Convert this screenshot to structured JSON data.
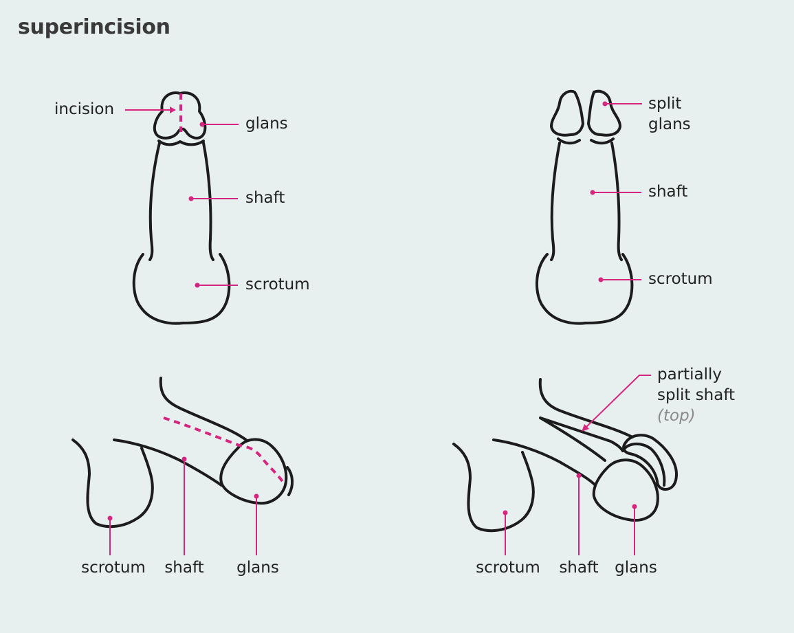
{
  "title": "superincision",
  "accent_color": "#d6257f",
  "figures": {
    "front_before": {
      "incision": "incision",
      "glans": "glans",
      "shaft": "shaft",
      "scrotum": "scrotum"
    },
    "front_after": {
      "split_glans": [
        "split",
        "glans"
      ],
      "shaft": "shaft",
      "scrotum": "scrotum"
    },
    "side_before": {
      "scrotum": "scrotum",
      "shaft": "shaft",
      "glans": "glans"
    },
    "side_after": {
      "partially_split_shaft": [
        "partially",
        "split shaft"
      ],
      "top_note": "(top)",
      "scrotum": "scrotum",
      "shaft": "shaft",
      "glans": "glans"
    }
  }
}
